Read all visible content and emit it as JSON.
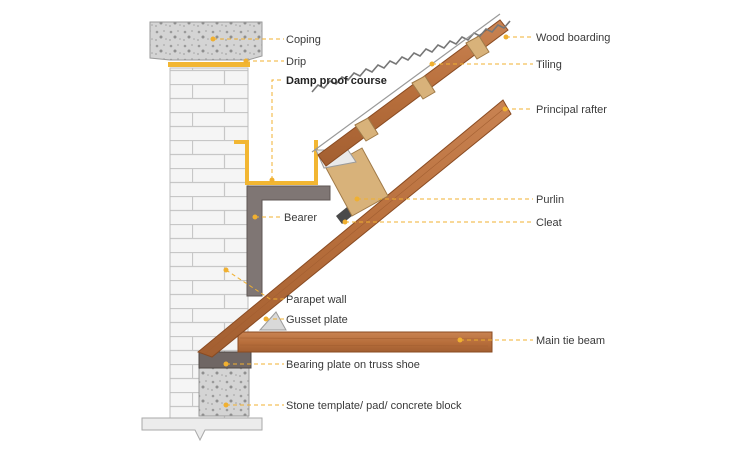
{
  "labels": {
    "coping": "Coping",
    "drip": "Drip",
    "damp_proof_course": "Damp proof course",
    "bearer": "Bearer",
    "parapet_wall": "Parapet wall",
    "gusset_plate": "Gusset plate",
    "bearing_plate": "Bearing plate on truss shoe",
    "stone_template": "Stone template/ pad/ concrete block",
    "wood_boarding": "Wood boarding",
    "tiling": "Tiling",
    "principal_rafter": "Principal rafter",
    "purlin": "Purlin",
    "cleat": "Cleat",
    "main_tie_beam": "Main tie beam"
  },
  "colors": {
    "leader": "#f0b030",
    "dpc": "#f2b632",
    "timber": "#b86f3c",
    "timber_dark": "#8a4b22",
    "brick": "#f4f4f4",
    "mortar": "#c9c9c9",
    "concrete": "#cfcfcf",
    "steel": "#7f7674",
    "purlin": "#d8b27a"
  }
}
